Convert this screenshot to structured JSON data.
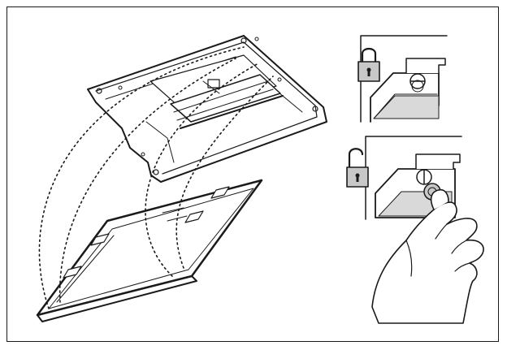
{
  "diagram": {
    "steps": [
      {
        "id": "remove-filter",
        "icon": "filter-removal-illustration"
      },
      {
        "id": "lock-state",
        "icon": "padlock-closed-icon",
        "label": "locked"
      },
      {
        "id": "unlock-state",
        "icon": "padlock-open-icon",
        "label": "unlocked"
      }
    ],
    "colors": {
      "stroke": "#1a1a1a",
      "panel_fill": "#d9d9d9",
      "lock_fill": "#c8c8c8"
    }
  }
}
